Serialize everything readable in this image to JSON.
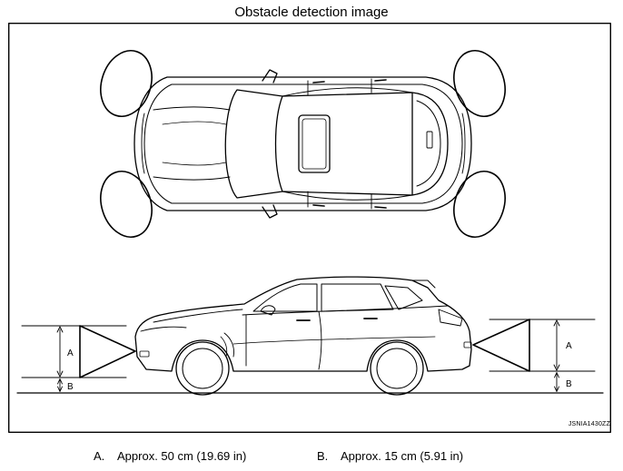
{
  "figure": {
    "title": "Obstacle detection image",
    "code": "JSNIA1430ZZ"
  },
  "markers": {
    "front_upper": "A",
    "front_lower": "B",
    "rear_upper": "A",
    "rear_lower": "B"
  },
  "legend": [
    {
      "key": "A.",
      "text": "Approx. 50 cm (19.69 in)"
    },
    {
      "key": "B.",
      "text": "Approx. 15 cm (5.91 in)"
    }
  ]
}
